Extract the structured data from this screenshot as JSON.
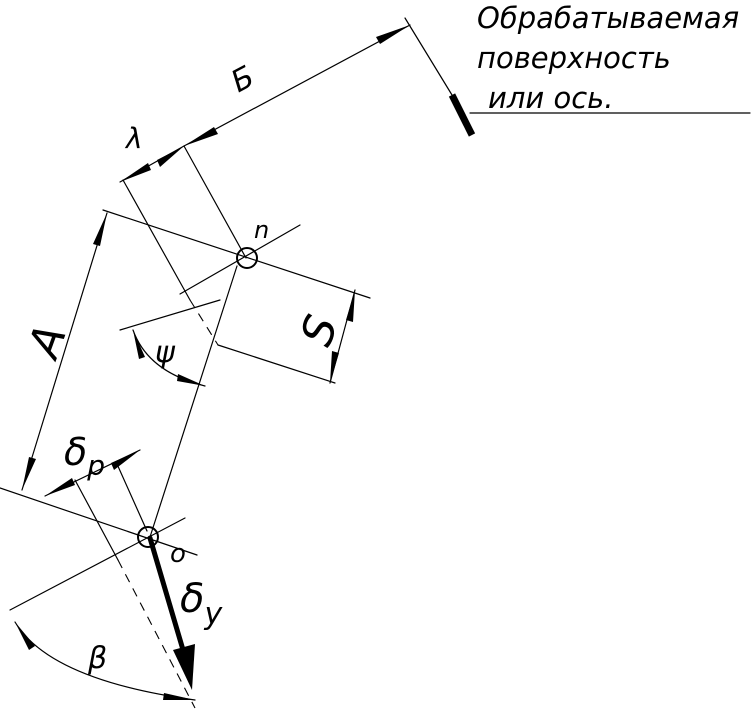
{
  "caption": {
    "line1": "Обрабатываемая",
    "line2": "поверхность",
    "line3": "или ось."
  },
  "labels": {
    "B": "Б",
    "lambda": "λ",
    "n": "n",
    "S": "S",
    "A": "A",
    "psi": "ψ",
    "delta": "δ",
    "delta_p_sub": "p",
    "delta_y_sub": "y",
    "o": "o",
    "beta": "β"
  }
}
